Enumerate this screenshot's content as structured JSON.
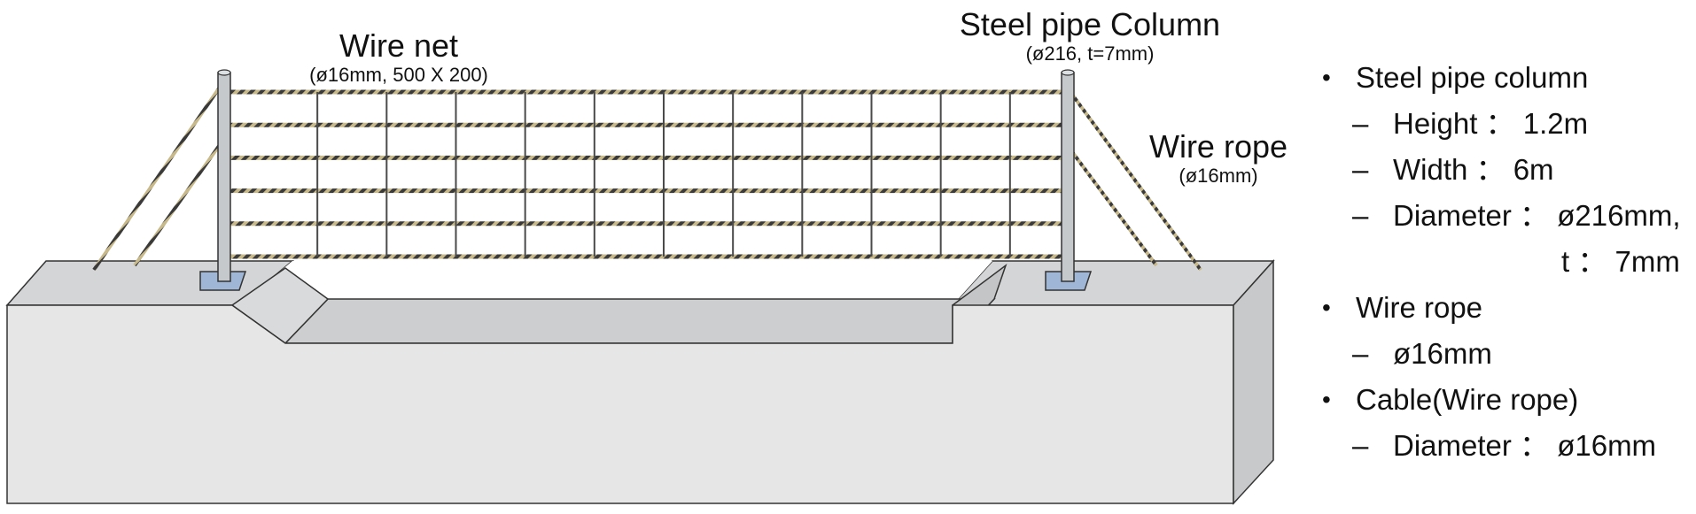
{
  "labels": {
    "wire_net": {
      "title": "Wire net",
      "spec": "(ø16mm, 500 X 200)"
    },
    "steel_pipe_column": {
      "title": "Steel pipe Column",
      "spec": "(ø216, t=7mm)"
    },
    "wire_rope": {
      "title": "Wire rope",
      "spec": "(ø16mm)"
    }
  },
  "specs": [
    {
      "bullet": "Steel pipe column",
      "items": [
        {
          "dash": "–",
          "text": "Height ： 1.2m"
        },
        {
          "dash": "–",
          "text": "Width ： 6m"
        },
        {
          "dash": "–",
          "text": "Diameter ：  ø216mm,"
        },
        {
          "dash": "",
          "text": "t ： 7mm"
        }
      ]
    },
    {
      "bullet": "Wire rope",
      "items": [
        {
          "dash": "–",
          "text": "ø16mm"
        }
      ]
    },
    {
      "bullet": "Cable(Wire rope)",
      "items": [
        {
          "dash": "–",
          "text": "Diameter ：  ø16mm"
        }
      ]
    }
  ],
  "bullet_glyph": "•",
  "net": {
    "columns": 12,
    "rows": 5
  },
  "colors": {
    "concrete_top": "#d4d5d6",
    "concrete_front": "#e6e6e7",
    "concrete_side": "#c8c9ca",
    "trench": "#cdcecf",
    "column": "#c5c9cc",
    "base_plate": "#9fb6d6",
    "rope_dark": "#3a3a3a",
    "rope_light": "#c8b98a"
  }
}
